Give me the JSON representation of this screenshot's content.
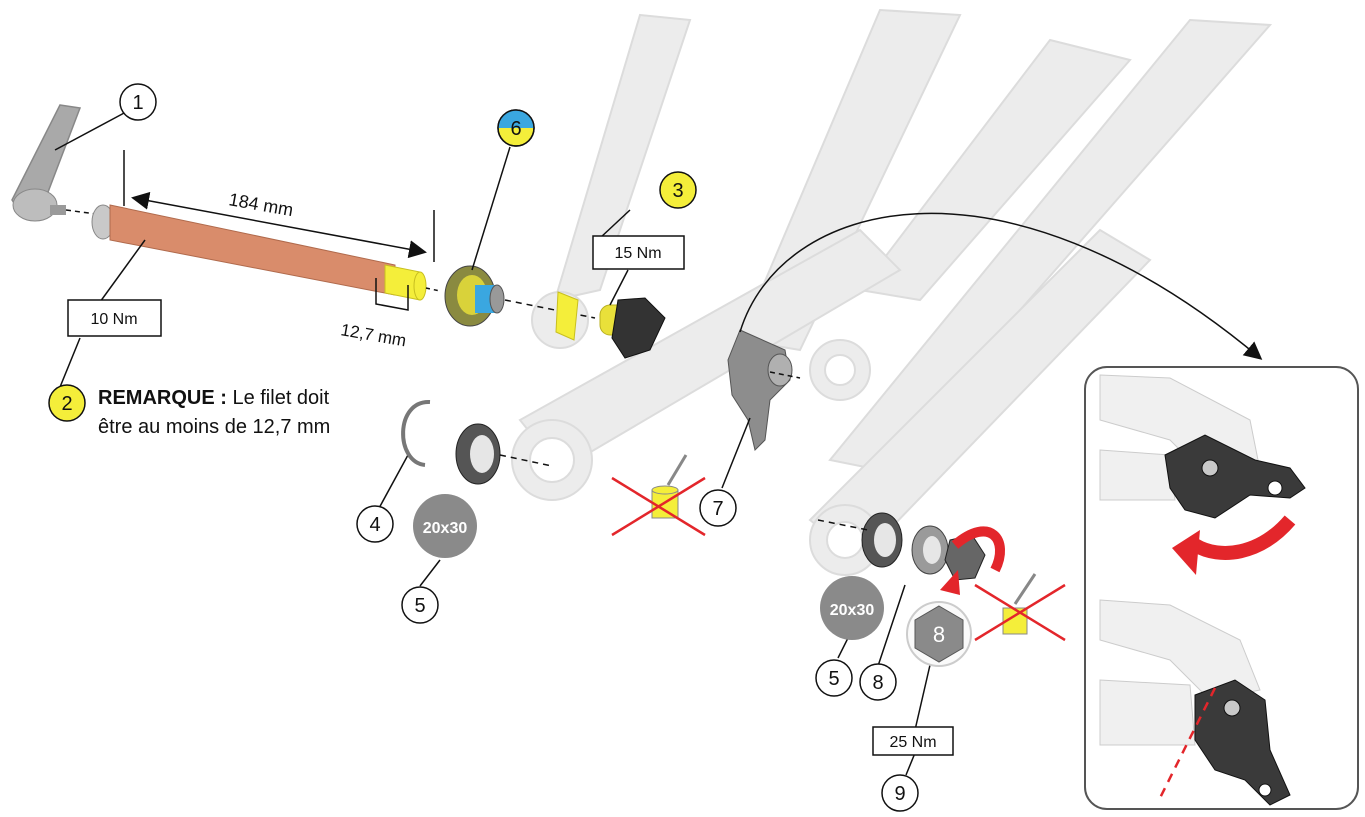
{
  "callouts": {
    "c1": "1",
    "c2": "2",
    "c3": "3",
    "c4": "4",
    "c5a": "5",
    "c5b": "5",
    "c6": "6",
    "c7": "7",
    "c8": "8",
    "c9": "9"
  },
  "torque": {
    "t10": "10 Nm",
    "t15": "15 Nm",
    "t25": "25 Nm"
  },
  "dimensions": {
    "length": "184 mm",
    "thread": "12,7 mm"
  },
  "bearings": {
    "b1": "20x30",
    "b2": "20x30"
  },
  "nut_label": "8",
  "note": {
    "title": "REMARQUE :",
    "body": " Le filet doit être au moins de 12,7 mm"
  },
  "colors": {
    "axle": "#d98c6b",
    "yellow": "#f4ee3a",
    "blue": "#3aa7e0",
    "red": "#e3262b",
    "frame": "#ebebeb"
  }
}
